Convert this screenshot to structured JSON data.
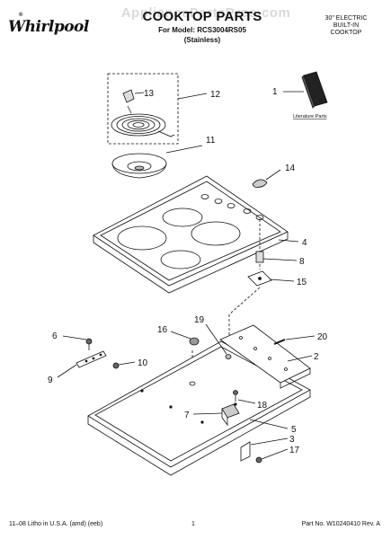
{
  "header": {
    "brand": "Whirlpool",
    "brand_mark": "®",
    "watermark": "AppliancePartsPros.com",
    "title": "COOKTOP PARTS",
    "model_line": "For Model: RCS3004RS05",
    "finish": "(Stainless)",
    "product_lines": [
      "30\" ELECTRIC",
      "BUILT-IN",
      "COOKTOP"
    ]
  },
  "diagram": {
    "literature_label": "Literature Parts",
    "callouts": [
      "1",
      "2",
      "3",
      "4",
      "5",
      "6",
      "7",
      "8",
      "9",
      "10",
      "11",
      "12",
      "13",
      "14",
      "15",
      "16",
      "17",
      "18",
      "19",
      "20"
    ]
  },
  "footer": {
    "left": "11–08 Litho in U.S.A. (amd) (eeb)",
    "center": "1",
    "right": "Part No. W10240410 Rev. A"
  },
  "colors": {
    "line": "#111111",
    "background": "#ffffff"
  }
}
